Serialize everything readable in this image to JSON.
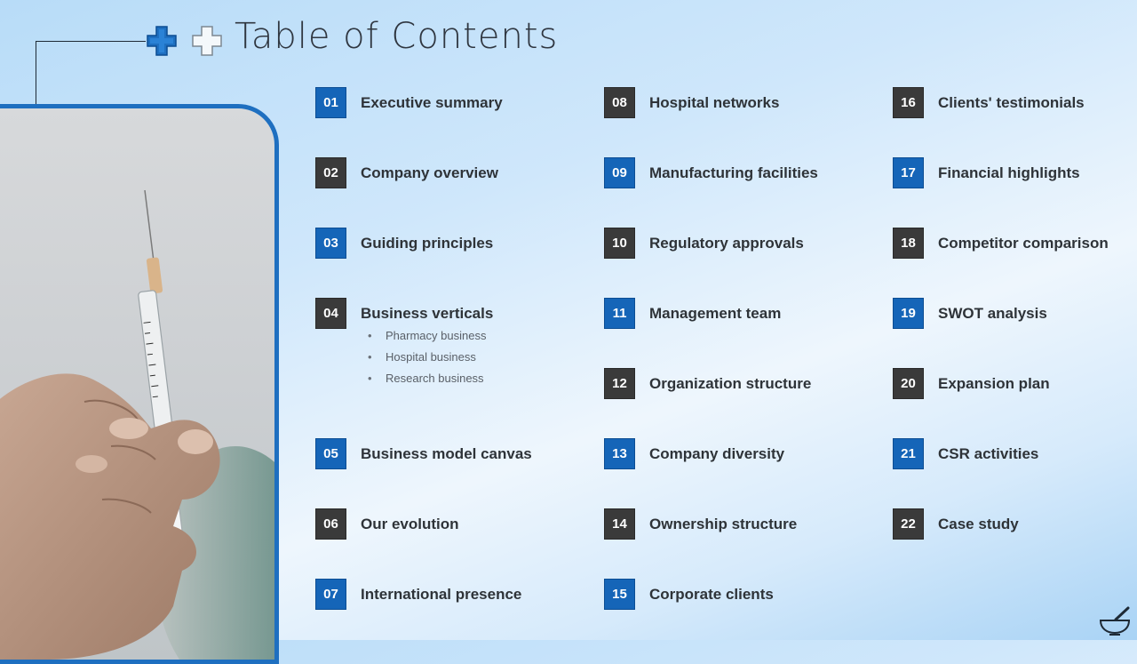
{
  "title": "Table of Contents",
  "items": [
    {
      "num": "01",
      "label": "Executive summary",
      "color": "blue"
    },
    {
      "num": "02",
      "label": "Company overview",
      "color": "dark"
    },
    {
      "num": "03",
      "label": "Guiding principles",
      "color": "blue"
    },
    {
      "num": "04",
      "label": "Business verticals",
      "color": "dark"
    },
    {
      "num": "05",
      "label": "Business model canvas",
      "color": "blue"
    },
    {
      "num": "06",
      "label": "Our evolution",
      "color": "dark"
    },
    {
      "num": "07",
      "label": "International presence",
      "color": "blue"
    },
    {
      "num": "08",
      "label": "Hospital networks",
      "color": "dark"
    },
    {
      "num": "09",
      "label": "Manufacturing facilities",
      "color": "blue"
    },
    {
      "num": "10",
      "label": "Regulatory approvals",
      "color": "dark"
    },
    {
      "num": "11",
      "label": "Management team",
      "color": "blue"
    },
    {
      "num": "12",
      "label": "Organization structure",
      "color": "dark"
    },
    {
      "num": "13",
      "label": "Company diversity",
      "color": "blue"
    },
    {
      "num": "14",
      "label": "Ownership structure",
      "color": "dark"
    },
    {
      "num": "15",
      "label": "Corporate clients",
      "color": "blue"
    },
    {
      "num": "16",
      "label": "Clients' testimonials",
      "color": "dark"
    },
    {
      "num": "17",
      "label": "Financial highlights",
      "color": "blue"
    },
    {
      "num": "18",
      "label": "Competitor comparison",
      "color": "dark"
    },
    {
      "num": "19",
      "label": "SWOT analysis",
      "color": "blue"
    },
    {
      "num": "20",
      "label": "Expansion plan",
      "color": "dark"
    },
    {
      "num": "21",
      "label": "CSR activities",
      "color": "blue"
    },
    {
      "num": "22",
      "label": "Case study",
      "color": "dark"
    }
  ],
  "verticals_sub": [
    "Pharmacy business",
    "Hospital business",
    "Research business"
  ],
  "colors": {
    "accent_blue": "#1565b8",
    "dark": "#3a3a3a",
    "panel_border": "#1e6fc0"
  },
  "icons": {
    "header_left": "plus-cross-icon",
    "header_right": "plus-outline-icon",
    "corner": "mortar-pestle-icon"
  }
}
